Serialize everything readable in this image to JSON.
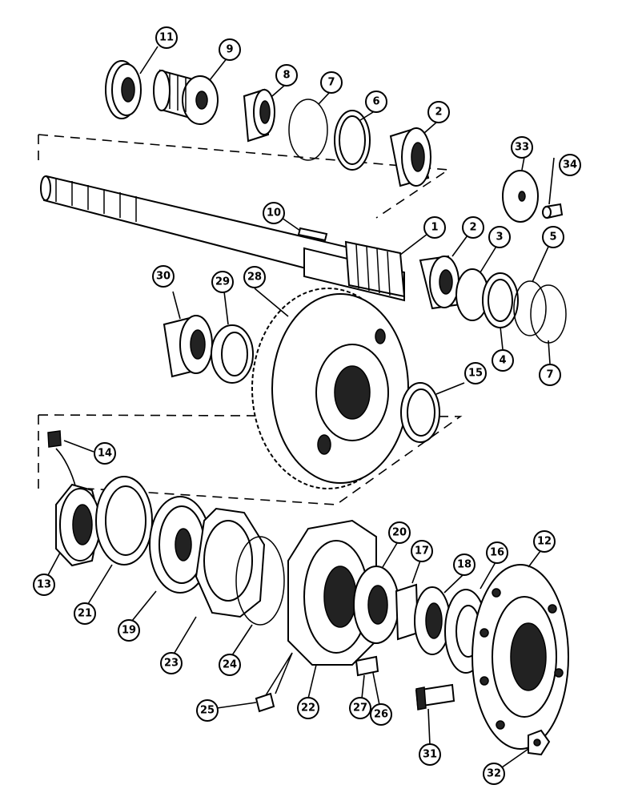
{
  "diagram": {
    "type": "exploded-parts-diagram",
    "callouts": [
      {
        "id": "c1",
        "label": "1"
      },
      {
        "id": "c2a",
        "label": "2"
      },
      {
        "id": "c2b",
        "label": "2"
      },
      {
        "id": "c3",
        "label": "3"
      },
      {
        "id": "c4",
        "label": "4"
      },
      {
        "id": "c5",
        "label": "5"
      },
      {
        "id": "c6",
        "label": "6"
      },
      {
        "id": "c7a",
        "label": "7"
      },
      {
        "id": "c7b",
        "label": "7"
      },
      {
        "id": "c8",
        "label": "8"
      },
      {
        "id": "c9",
        "label": "9"
      },
      {
        "id": "c10",
        "label": "10"
      },
      {
        "id": "c11",
        "label": "11"
      },
      {
        "id": "c12",
        "label": "12"
      },
      {
        "id": "c13",
        "label": "13"
      },
      {
        "id": "c14",
        "label": "14"
      },
      {
        "id": "c15",
        "label": "15"
      },
      {
        "id": "c16",
        "label": "16"
      },
      {
        "id": "c17",
        "label": "17"
      },
      {
        "id": "c18",
        "label": "18"
      },
      {
        "id": "c19",
        "label": "19"
      },
      {
        "id": "c20",
        "label": "20"
      },
      {
        "id": "c21",
        "label": "21"
      },
      {
        "id": "c22",
        "label": "22"
      },
      {
        "id": "c23",
        "label": "23"
      },
      {
        "id": "c24",
        "label": "24"
      },
      {
        "id": "c25",
        "label": "25"
      },
      {
        "id": "c26",
        "label": "26"
      },
      {
        "id": "c27",
        "label": "27"
      },
      {
        "id": "c28",
        "label": "28"
      },
      {
        "id": "c29",
        "label": "29"
      },
      {
        "id": "c30",
        "label": "30"
      },
      {
        "id": "c31",
        "label": "31"
      },
      {
        "id": "c32",
        "label": "32"
      },
      {
        "id": "c33",
        "label": "33"
      },
      {
        "id": "c34",
        "label": "34"
      }
    ]
  }
}
